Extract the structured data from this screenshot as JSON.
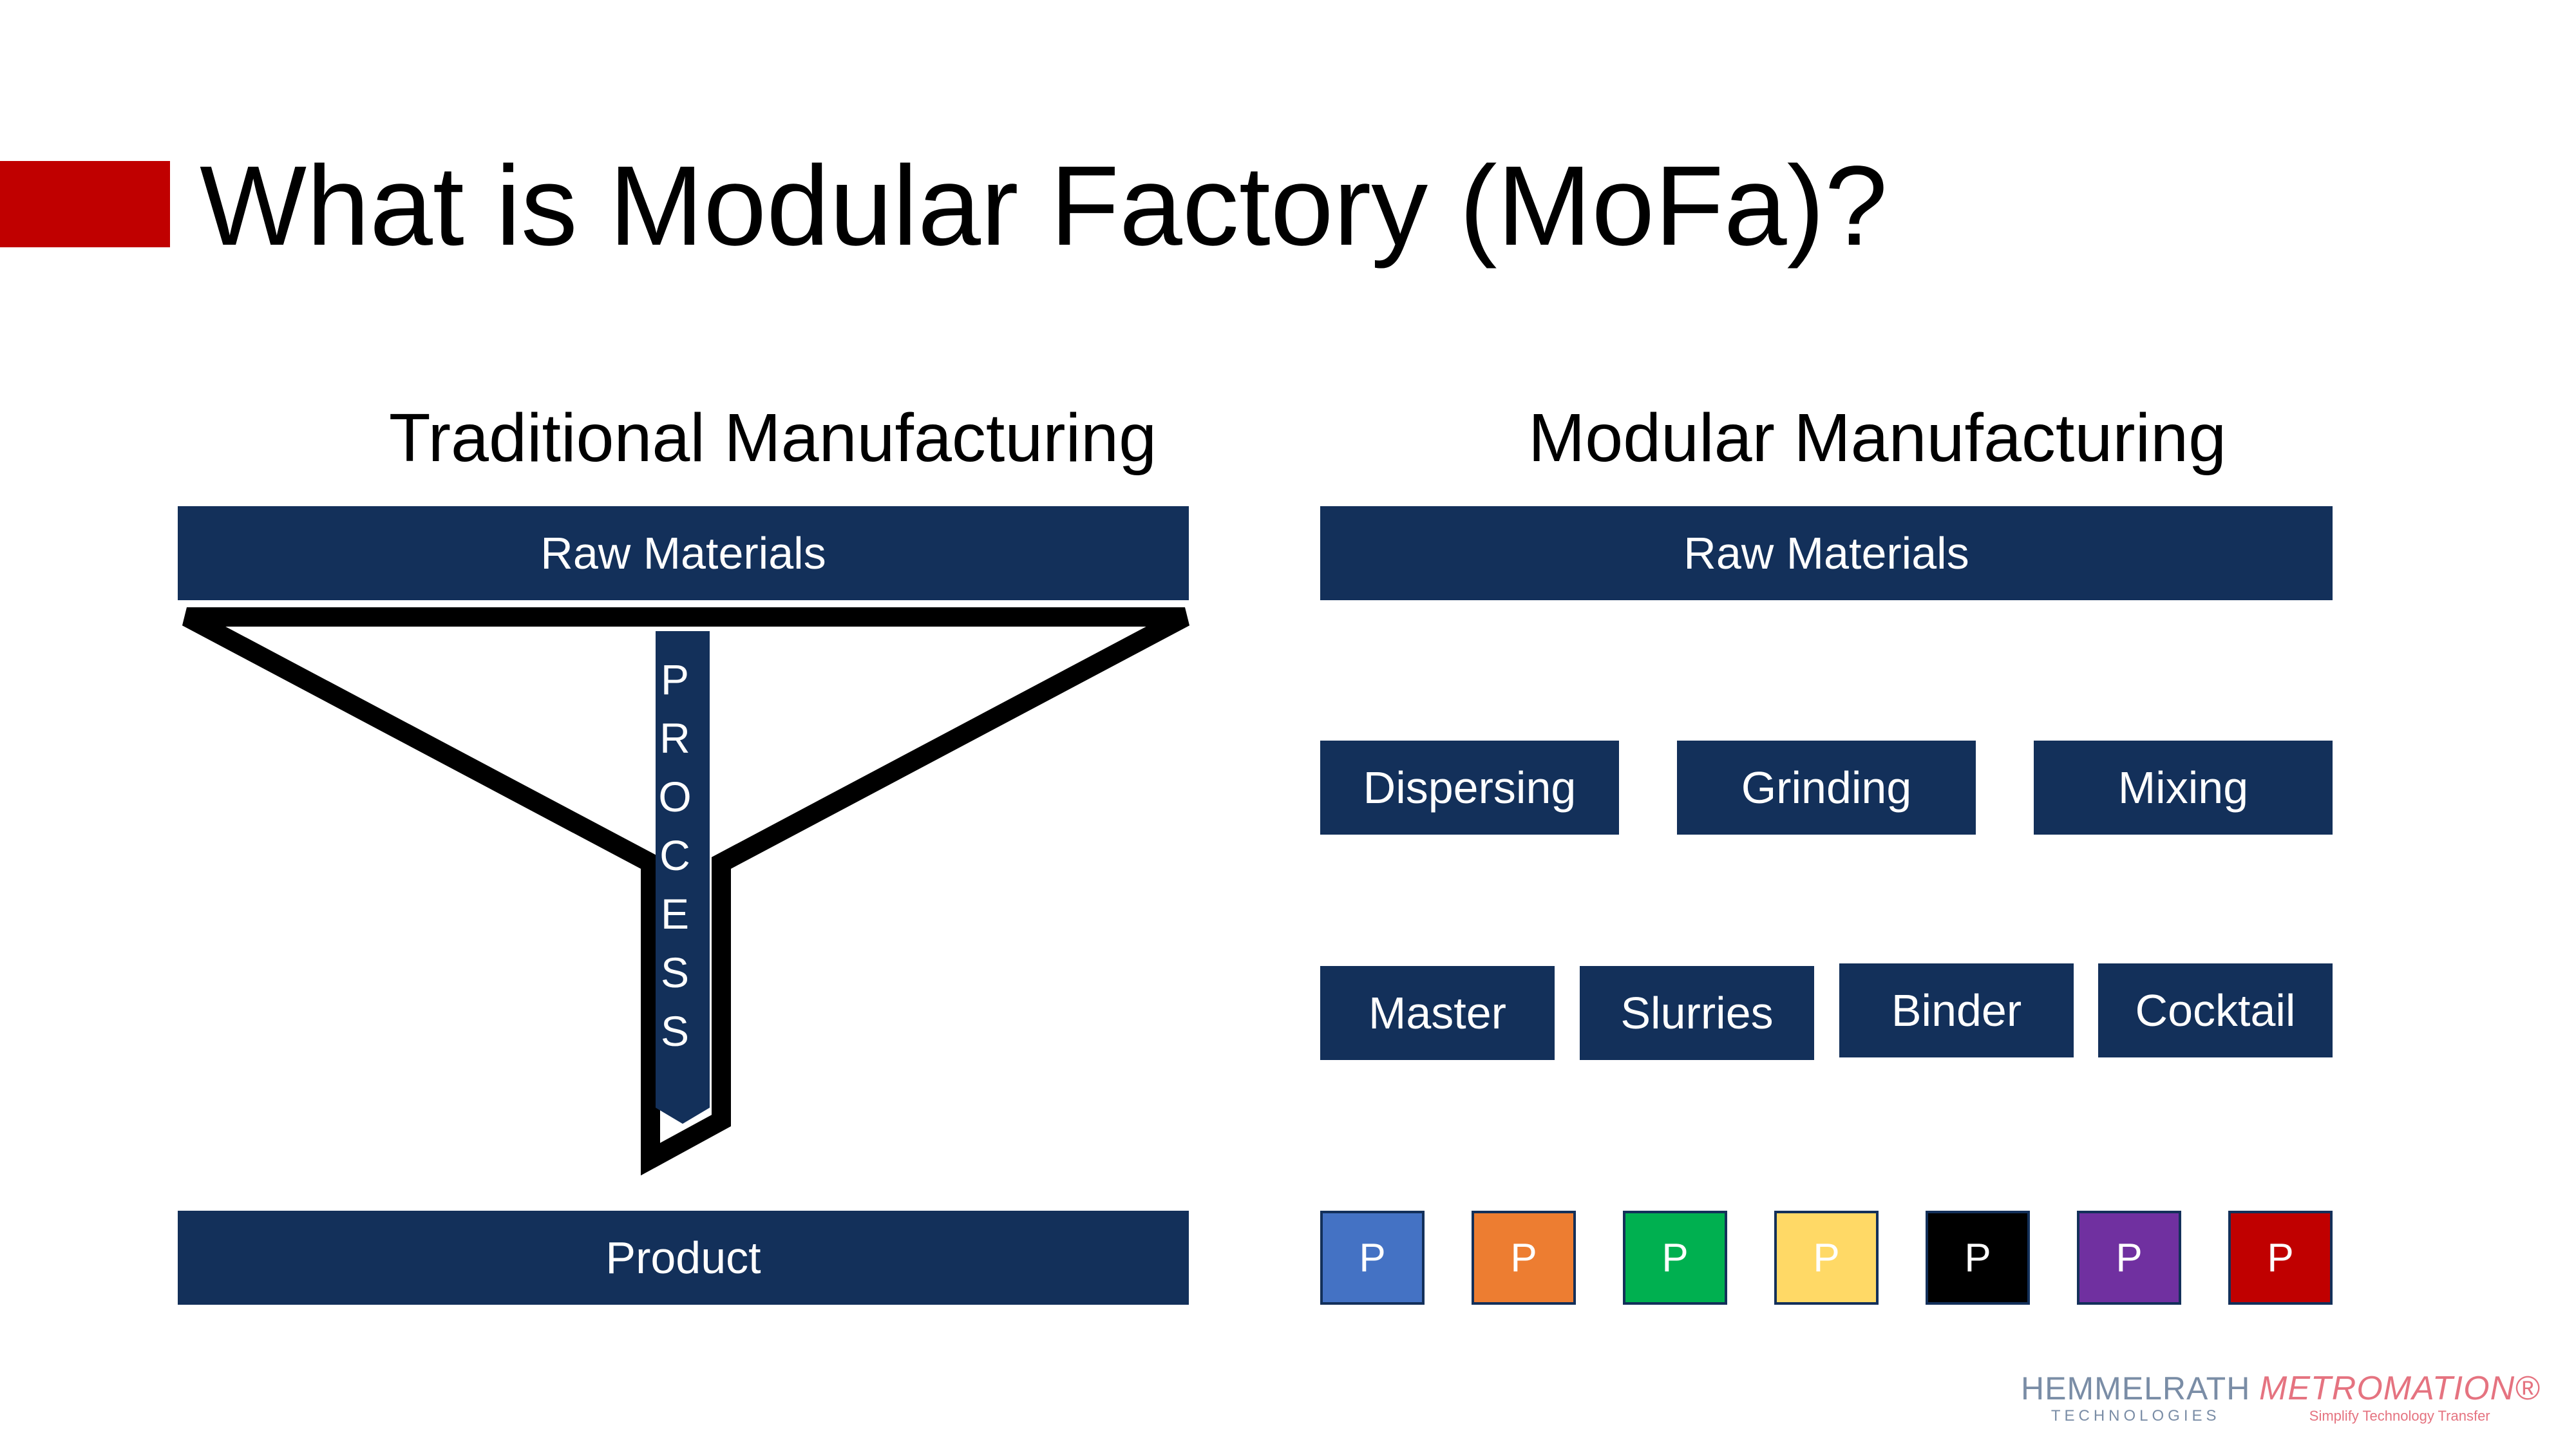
{
  "title": "What is Modular Factory (MoFa)?",
  "colors": {
    "accent": "#c00000",
    "box": "#13305a",
    "p_blue": "#4472c4",
    "p_orange": "#ed7d31",
    "p_green": "#00b050",
    "p_yellow": "#ffd966",
    "p_black": "#000000",
    "p_purple": "#7030a0",
    "p_red": "#c00000"
  },
  "traditional": {
    "heading": "Traditional Manufacturing",
    "raw_materials": "Raw Materials",
    "process_letters": [
      "P",
      "R",
      "O",
      "C",
      "E",
      "S",
      "S"
    ],
    "product": "Product"
  },
  "modular": {
    "heading": "Modular Manufacturing",
    "raw_materials": "Raw Materials",
    "processes": [
      "Dispersing",
      "Grinding",
      "Mixing"
    ],
    "intermediates": [
      "Master",
      "Slurries",
      "Binder",
      "Cocktail"
    ],
    "products": [
      "P",
      "P",
      "P",
      "P",
      "P",
      "P",
      "P"
    ]
  },
  "logos": {
    "hemmelrath_name": "HEMMELRATH",
    "hemmelrath_sub": "TECHNOLOGIES",
    "metromation_name": "METROMATION®",
    "metromation_sub": "Simplify Technology Transfer"
  }
}
